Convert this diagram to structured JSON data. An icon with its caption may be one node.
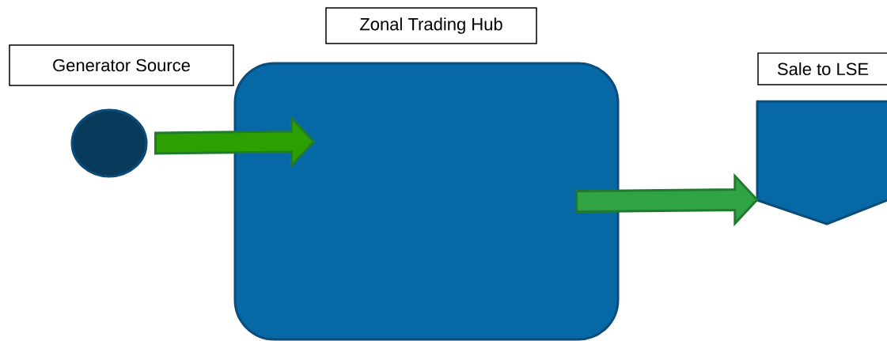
{
  "diagram": {
    "nodes": [
      {
        "text": [
          "Generator Source"
        ]
      },
      {
        "text": [
          "Zonal Trading Hub"
        ]
      },
      {
        "text": [
          "Sale to LSE"
        ]
      },
      {
        "text": [],
        "shape": "circle"
      },
      {
        "text": [],
        "shape": "box"
      },
      {
        "text": [],
        "shape": "pentagon"
      }
    ],
    "edges": [
      {
        "from": 3,
        "to": 4,
        "arrow": "to",
        "color": "#2ca000"
      },
      {
        "from": 4,
        "to": 5,
        "arrow": "to",
        "color": "#30a444"
      }
    ]
  }
}
